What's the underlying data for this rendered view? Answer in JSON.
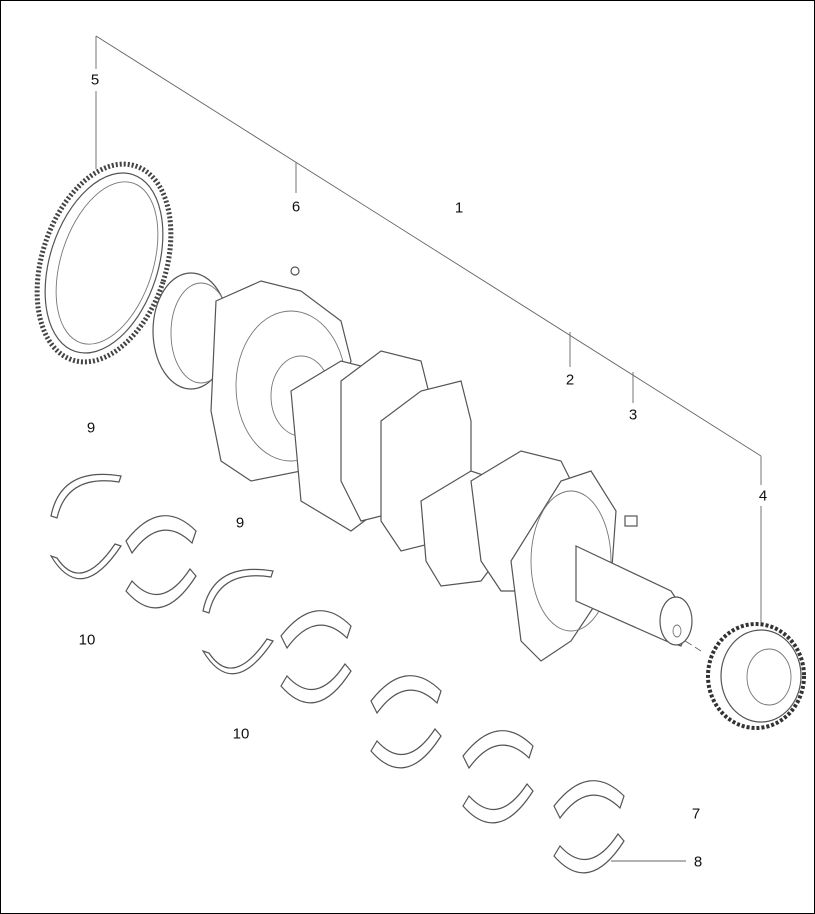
{
  "callouts": [
    {
      "id": "1",
      "text": "1"
    },
    {
      "id": "2",
      "text": "2"
    },
    {
      "id": "3",
      "text": "3"
    },
    {
      "id": "4",
      "text": "4"
    },
    {
      "id": "5",
      "text": "5"
    },
    {
      "id": "6",
      "text": "6"
    },
    {
      "id": "7",
      "text": "7"
    },
    {
      "id": "8",
      "text": "8"
    },
    {
      "id": "9a",
      "text": "9"
    },
    {
      "id": "9b",
      "text": "9"
    },
    {
      "id": "10a",
      "text": "10"
    },
    {
      "id": "10b",
      "text": "10"
    }
  ],
  "parts": [
    "ring-gear",
    "crankshaft",
    "crankshaft-sprocket",
    "main-bearing-upper",
    "main-bearing-lower",
    "thrust-washer-upper",
    "thrust-washer-lower",
    "key",
    "pin"
  ]
}
